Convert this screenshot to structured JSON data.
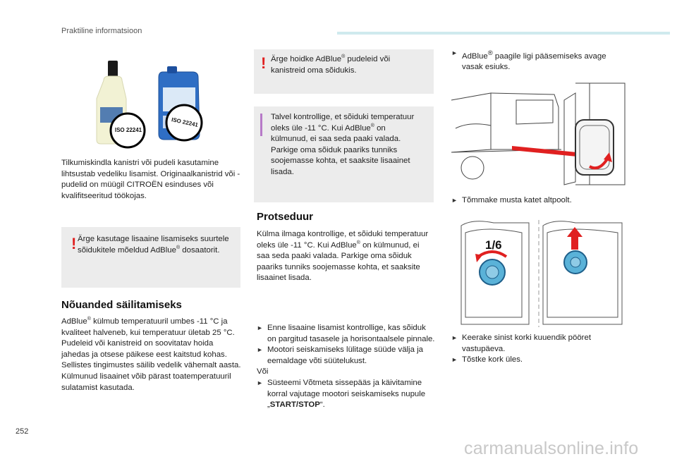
{
  "header": {
    "section_title": "Praktiline informatsioon"
  },
  "page_number": "252",
  "watermark": "carmanualsonline.info",
  "col1": {
    "iso_label_1": "ISO 22241",
    "iso_label_2": "ISO 22241",
    "intro": "Tilkumiskindla kanistri või pudeli kasutamine lihtsustab vedeliku lisamist. Originaalkanistrid või -pudelid on müügil CITROËN esinduses või kvalifitseeritud töökojas.",
    "warning": "Ärge kasutage lisaaine lisamiseks suurtele sõidukitele mõeldud AdBlue® dosaatorit.",
    "storage_heading": "Nõuanded säilitamiseks",
    "storage_text": "AdBlue® külmub temperatuuril umbes -11 °C ja kvaliteet halveneb, kui temperatuur ületab 25 °C. Pudeleid või kanistreid on soovitatav hoida jahedas ja otsese päikese eest kaitstud kohas. Sellistes tingimustes säilib vedelik vähemalt aasta. Külmunud lisaainet võib pärast toatemperatuuril sulatamist kasutada."
  },
  "col2": {
    "warning": "Ärge hoidke AdBlue® pudeleid või kanistreid oma sõidukis.",
    "info": "Talvel kontrollige, et sõiduki temperatuur oleks üle -11 °C. Kui AdBlue® on külmunud, ei saa seda paaki valada. Parkige oma sõiduk paariks tunniks soojemasse kohta, et saaksite lisaainet lisada.",
    "procedure_heading": "Protseduur",
    "procedure_text": "Külma ilmaga kontrollige, et sõiduki temperatuur oleks üle -11 °C. Kui AdBlue® on külmunud, ei saa seda paaki valada. Parkige oma sõiduk paariks tunniks soojemasse kohta, et saaksite lisaainet lisada.",
    "steps_a": [
      "Enne lisaaine lisamist kontrollige, kas sõiduk on pargitud tasasele ja horisontaalsele pinnale.",
      "Mootori seiskamiseks lülitage süüde välja ja eemaldage võti süütelukust."
    ],
    "or": "Või",
    "steps_b_prefix": "Süsteemi Võtmeta sissepääs ja käivitamine korral vajutage mootori seiskamiseks nupule „",
    "steps_b_bold": "START/STOP",
    "steps_b_suffix": "“."
  },
  "col3": {
    "step1": "AdBlue® paagile ligi pääsemiseks avage vasak esiuks.",
    "step2": "Tõmmake musta katet altpoolt.",
    "fraction_label": "1/6",
    "step3": "Keerake sinist korki kuuendik pööret vastupäeva.",
    "step4": "Tõstke kork üles."
  },
  "colors": {
    "accent_blue": "#2f7fc1",
    "warning_red": "#e02020",
    "info_purple": "#b77ac8",
    "box_gray": "#ececec",
    "header_bar": "#cfeaee"
  }
}
